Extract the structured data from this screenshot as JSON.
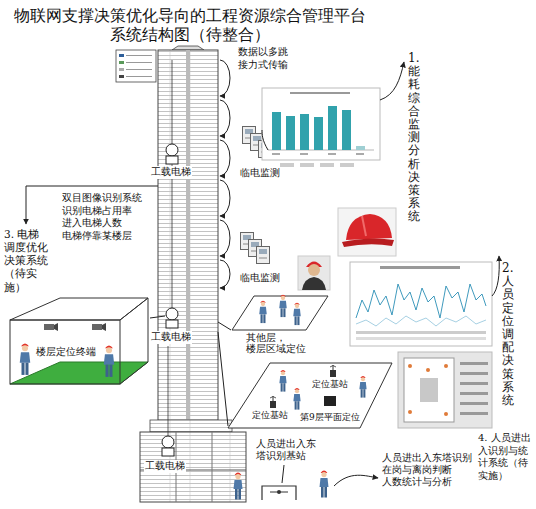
{
  "diagram": {
    "title": "物联网支撑决策优化导向的工程资源综合管理平台 系统结构图（待整合）",
    "nodes": [
      {
        "text": [
          "楼层定位终端"
        ]
      },
      {
        "text": [
          "其他层， 楼层区域定位"
        ]
      },
      {
        "text": [
          "定位基站",
          "定位基站",
          "第9层平面定位"
        ]
      }
    ],
    "labels": [
      "数据以多跳 接力式传输",
      "1. 能耗综合监测分析决策系统",
      "临电监测",
      "工载电梯",
      "3. 电梯调度优化决策系统（待实施）",
      "双目图像识别系统 识别电梯占用率 进入电梯人数 电梯停靠某楼层",
      "工载电梯",
      "临电监测",
      "2. 人员定位调配决策系统",
      "工载电梯",
      "人员进出入东塔识别基站",
      "4. 人员进出入识别与统计系统（待实施）",
      "人员进出入东塔识别 在岗与离岗判断 人数统计与分析"
    ]
  }
}
